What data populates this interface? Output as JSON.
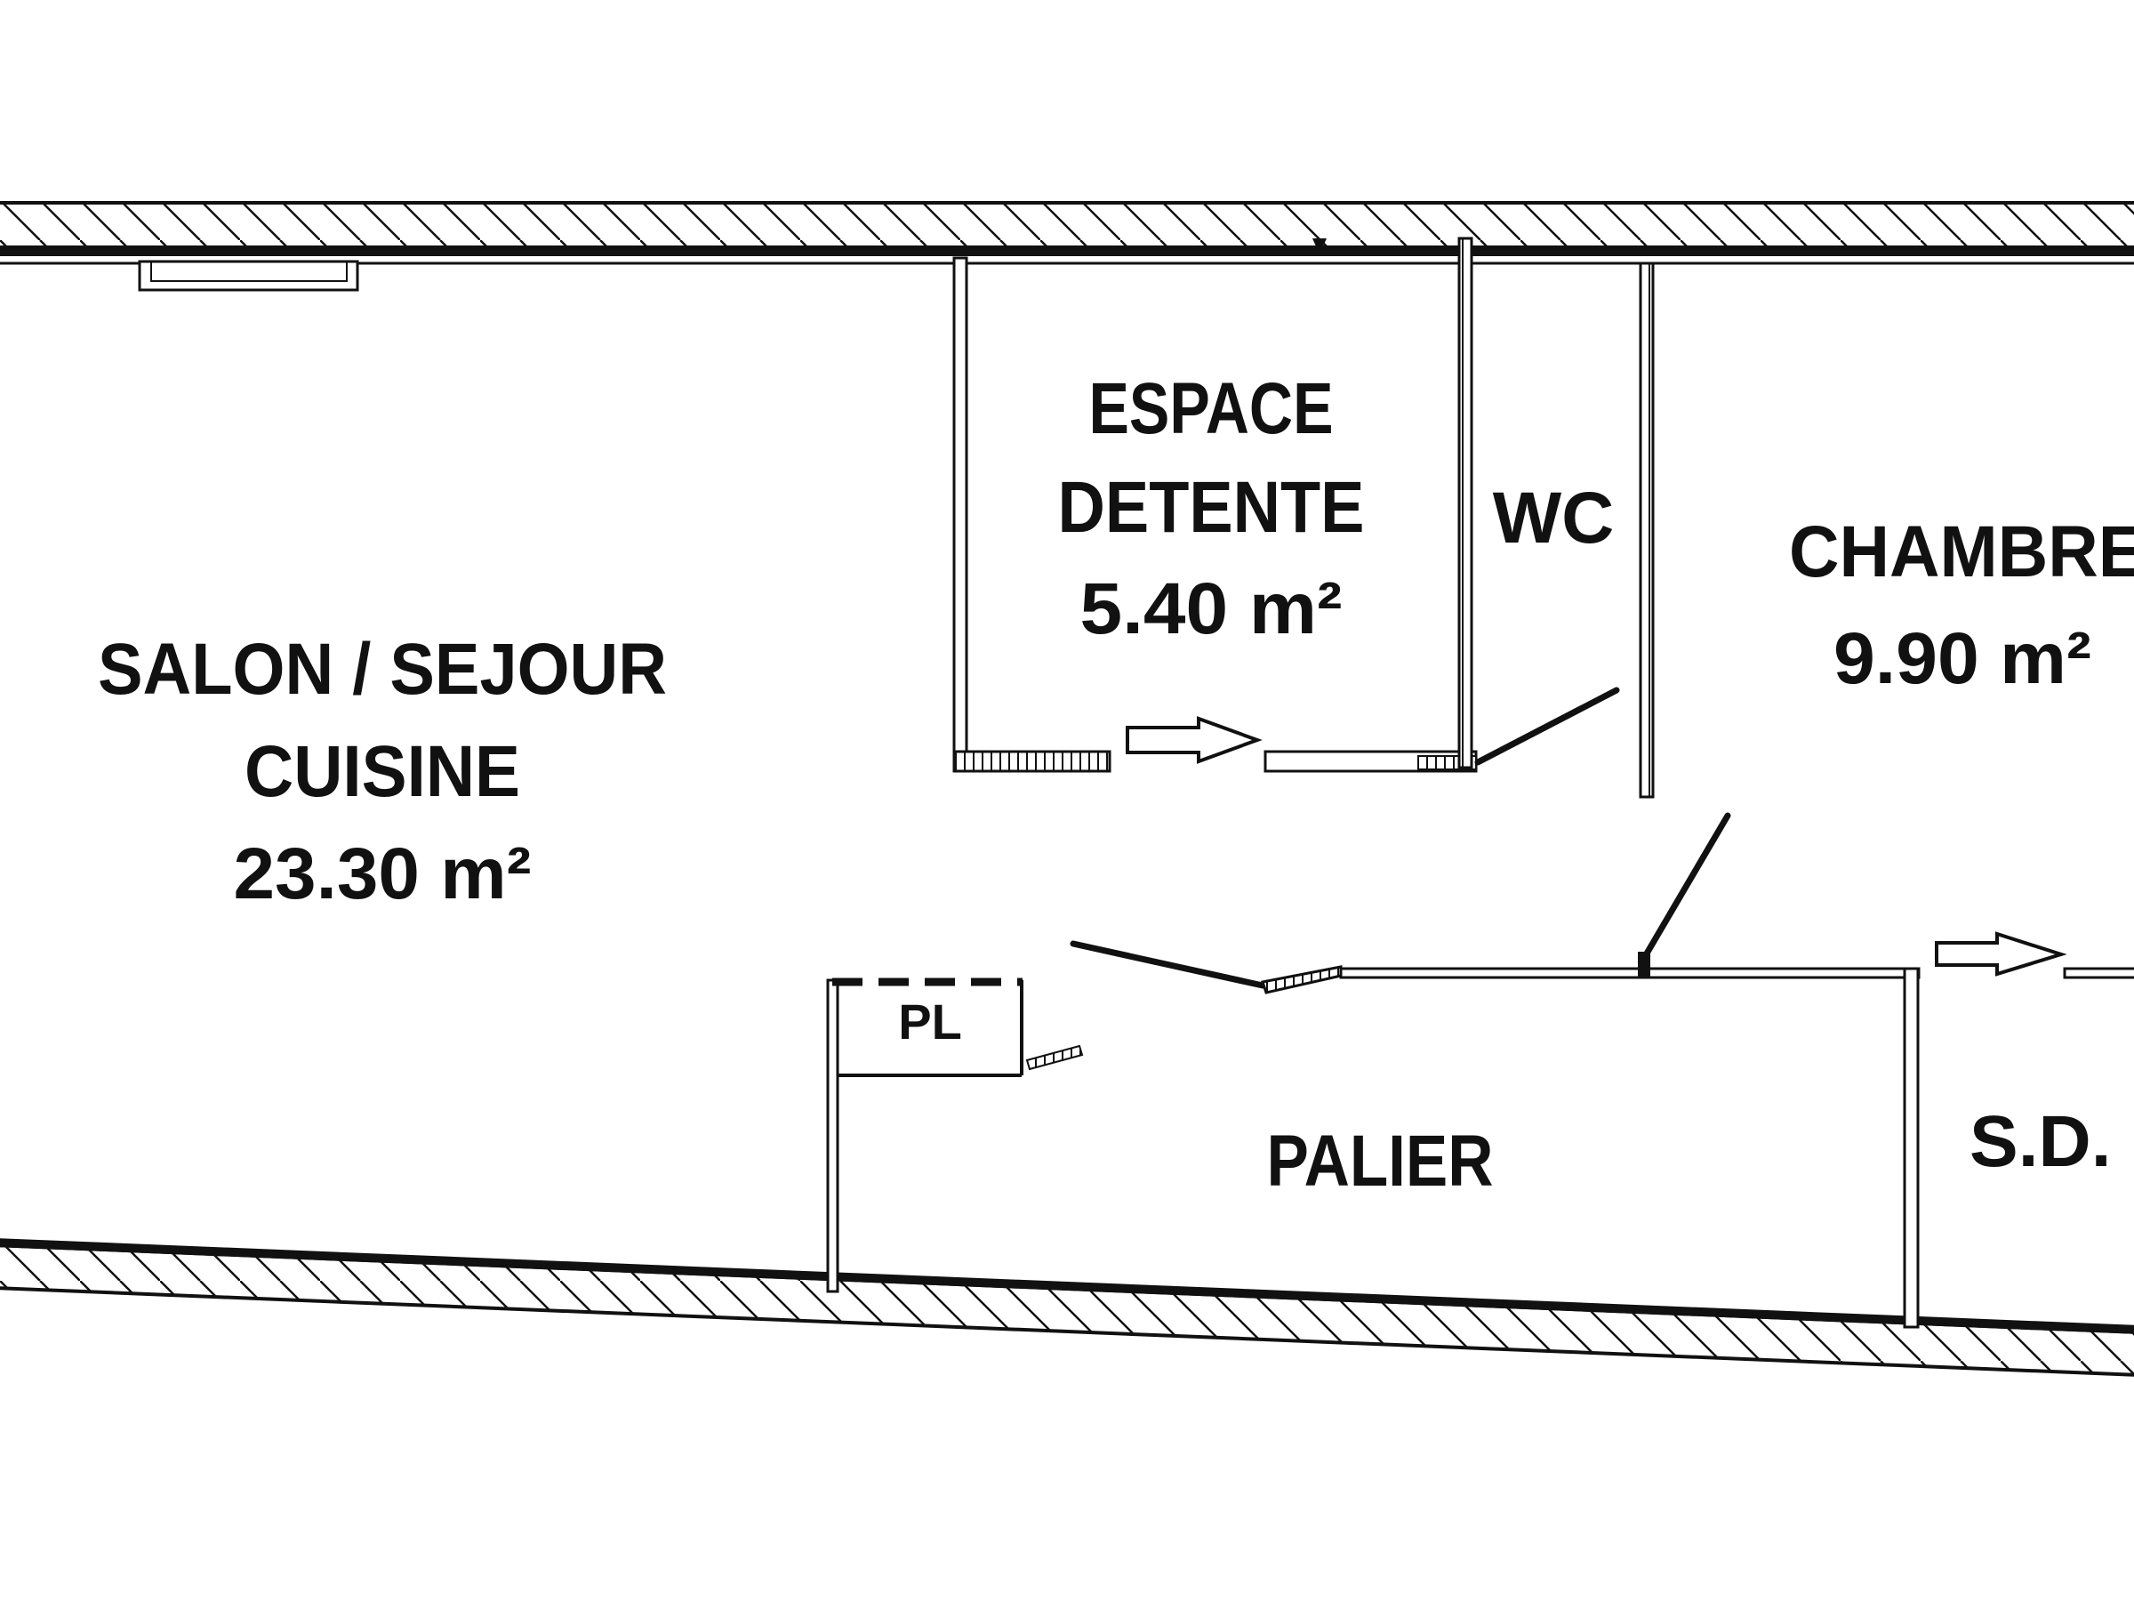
{
  "plan": {
    "rooms": [
      {
        "name": "SALON / SEJOUR",
        "line2": "CUISINE",
        "area": "23.30 m²"
      },
      {
        "name": "ESPACE",
        "line2": "DETENTE",
        "area": "5.40 m²"
      },
      {
        "name": "WC"
      },
      {
        "name": "CHAMBRE",
        "area": "9.90 m²"
      },
      {
        "name": "PALIER"
      },
      {
        "name": "S.D."
      },
      {
        "name": "PL"
      }
    ]
  }
}
